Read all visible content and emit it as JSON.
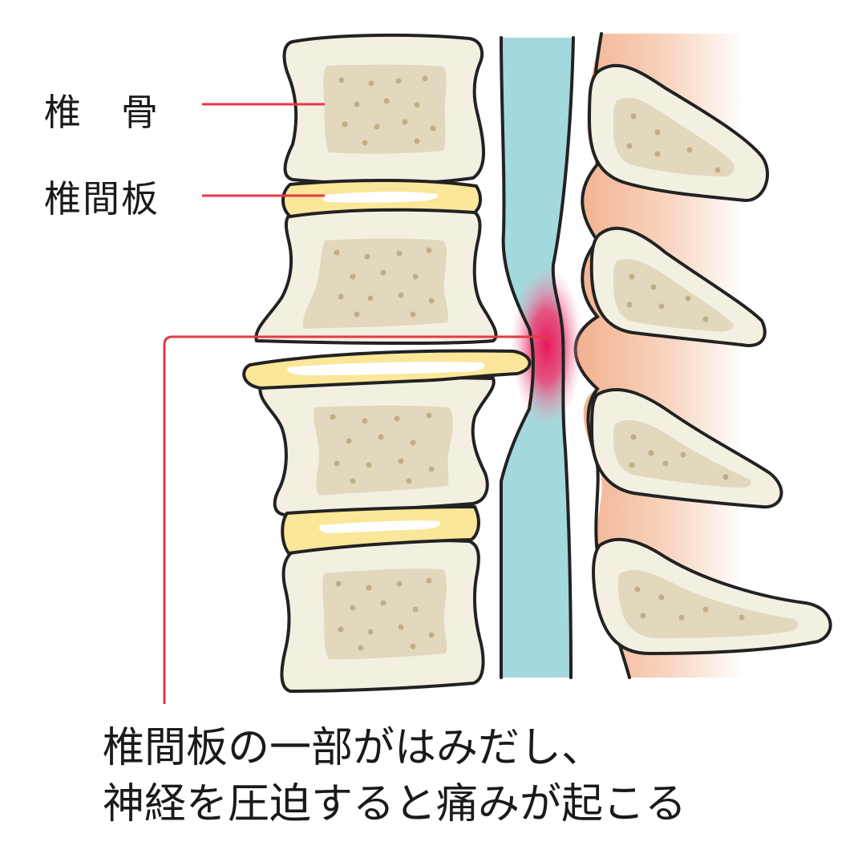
{
  "labels": {
    "vertebra": "椎　骨",
    "disc": "椎間板"
  },
  "caption": {
    "line1": "椎間板の一部がはみだし、",
    "line2": "神経を圧迫すると痛みが起こる"
  },
  "colors": {
    "bone_fill": "#f3f0e2",
    "bone_inner": "#e2d8bd",
    "bone_dot": "#c2ad86",
    "disc_fill": "#fbe79a",
    "disc_highlight": "#ffffff",
    "nerve_fill": "#a3d8dc",
    "pain_highlight": "#e8195a",
    "tissue_fill": "#f3b797",
    "leader_line": "#e53946",
    "outline": "#222222",
    "text": "#1a1a1a"
  }
}
